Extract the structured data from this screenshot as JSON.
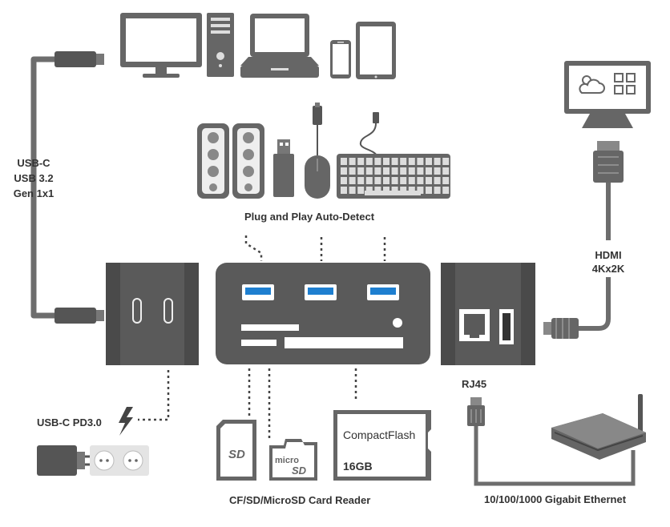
{
  "labels": {
    "usb_c_line1": "USB-C",
    "usb_c_line2": "USB 3.2",
    "usb_c_line3": "Gen 1x1",
    "plug_and_play": "Plug and Play Auto-Detect",
    "hdmi_line1": "HDMI",
    "hdmi_line2": "4Kx2K",
    "rj45": "RJ45",
    "usb_c_pd": "USB-C PD3.0",
    "card_reader": "CF/SD/MicroSD Card Reader",
    "ethernet": "10/100/1000 Gigabit Ethernet"
  },
  "cards": {
    "compactflash_label": "CompactFlash",
    "compactflash_size": "16GB"
  },
  "colors": {
    "device_gray": "#5a5a5a",
    "device_dark": "#444444",
    "icon_gray": "#666666",
    "cable_gray": "#6d6d6d",
    "usb3_blue": "#1e7fd0",
    "label_text": "#333333"
  },
  "icons": [
    "monitor-icon",
    "desktop-tower-icon",
    "laptop-icon",
    "smartphone-icon",
    "tablet-icon",
    "speakers-icon",
    "usb-stick-icon",
    "mouse-icon",
    "keyboard-icon",
    "tv-icon",
    "hdmi-plug-icon",
    "rj45-plug-icon",
    "router-icon",
    "power-socket-icon",
    "lightning-icon",
    "sd-card-icon",
    "microsd-card-icon",
    "compactflash-card-icon"
  ]
}
